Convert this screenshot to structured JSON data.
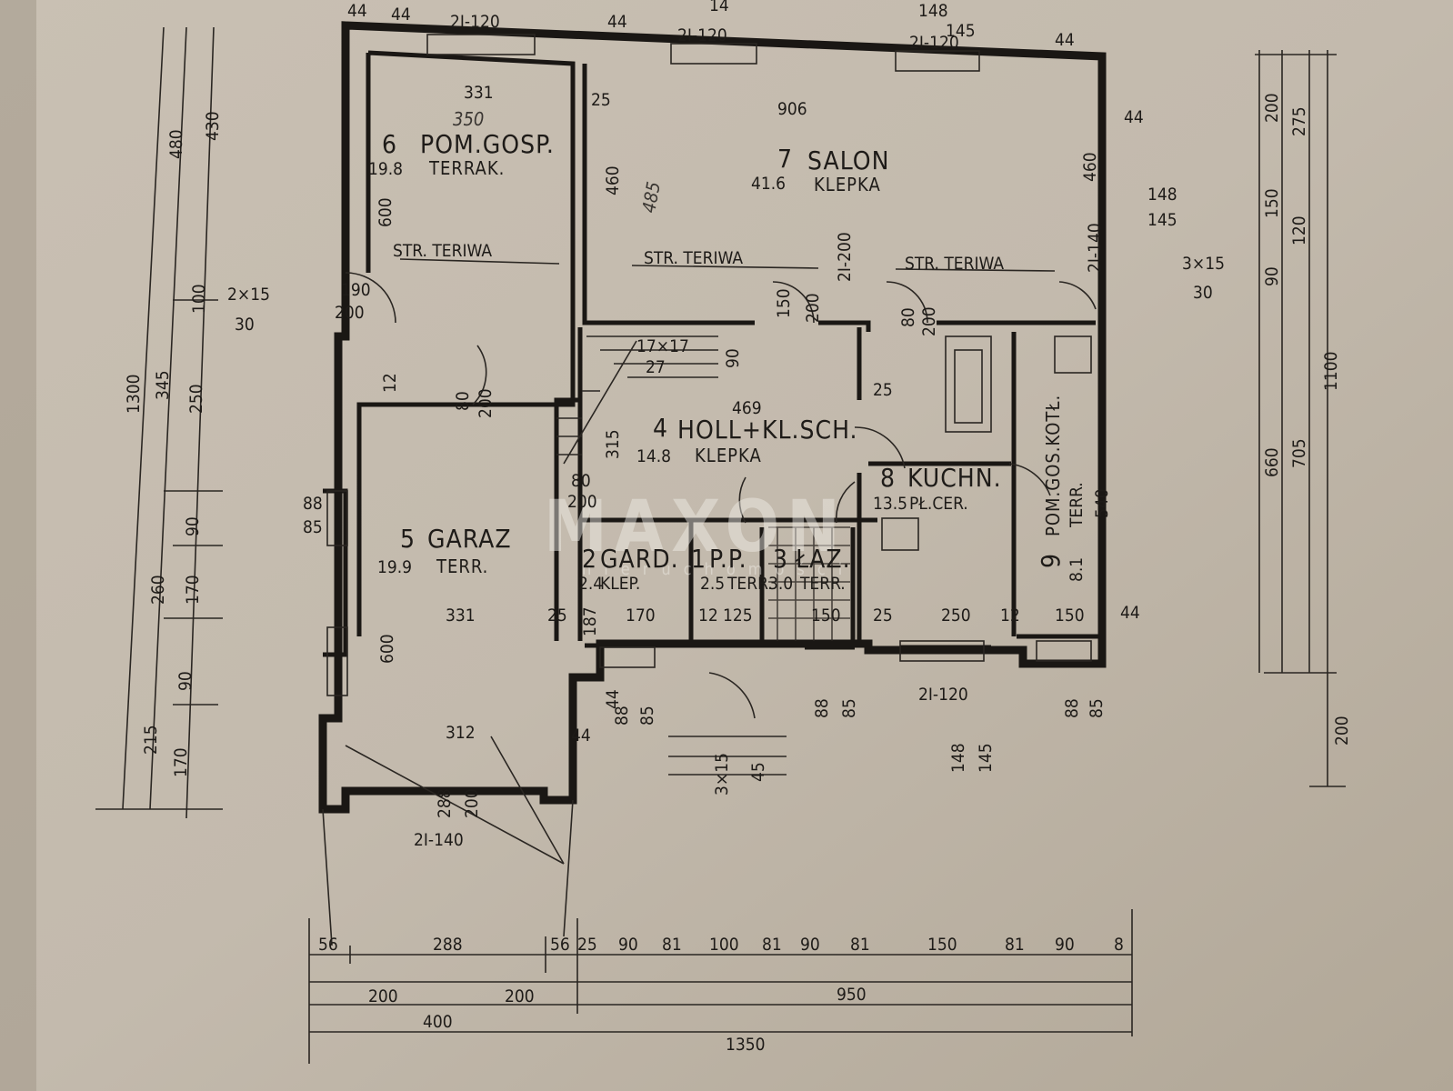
{
  "watermark": {
    "brand": "MAXON",
    "subtitle": "nieruchomości"
  },
  "rooms": [
    {
      "no": "6",
      "name": "POM.GOSP.",
      "area": "19.8",
      "floor": "TERRAK."
    },
    {
      "no": "7",
      "name": "SALON",
      "area": "41.6",
      "floor": "KLEPKA"
    },
    {
      "no": "4",
      "name": "HOLL+KL.SCH.",
      "area": "14.8",
      "floor": "KLEPKA"
    },
    {
      "no": "8",
      "name": "KUCHN.",
      "area": "13.5",
      "floor": "PŁ.CER."
    },
    {
      "no": "9",
      "name": "POM.GOS.KOTŁ.",
      "area": "8.1",
      "floor": "TERR."
    },
    {
      "no": "5",
      "name": "GARAZ",
      "area": "19.9",
      "floor": "TERR."
    },
    {
      "no": "2",
      "name": "GARD.",
      "area": "2.4",
      "floor": "KLEP."
    },
    {
      "no": "1",
      "name": "P.P.",
      "area": "2.5",
      "floor": "TERR."
    },
    {
      "no": "3",
      "name": "ŁAZ.",
      "area": "3.0",
      "floor": "TERR."
    }
  ],
  "notes": {
    "ceiling": "STR. TERIWA",
    "hand1": "350",
    "hand2": "485"
  },
  "top_dims": [
    "44",
    "2I-120",
    "44",
    "14",
    "2I-120",
    "148",
    "145",
    "2I-120",
    "44"
  ],
  "interior_dims": [
    "331",
    "906",
    "25",
    "460",
    "600",
    "190",
    "200",
    "12",
    "80",
    "200",
    "469",
    "17×17",
    "27",
    "90",
    "150",
    "200",
    "2I-200",
    "80",
    "200",
    "25",
    "315",
    "80",
    "200",
    "88",
    "85",
    "331",
    "25",
    "600",
    "312",
    "44",
    "288",
    "200",
    "2I-140",
    "187",
    "170",
    "12",
    "125",
    "150",
    "25",
    "250",
    "12",
    "150",
    "44",
    "88",
    "85",
    "2I-120",
    "148",
    "145",
    "88",
    "85",
    "3×15",
    "45",
    "460",
    "2I-140",
    "148",
    "145",
    "540",
    "44",
    "44",
    "88",
    "85",
    "44"
  ],
  "left_dims": [
    "480",
    "430",
    "1300",
    "345",
    "100",
    "250",
    "215",
    "260",
    "90",
    "170",
    "90",
    "170",
    "2×15",
    "30"
  ],
  "right_dims": [
    "200",
    "275",
    "150",
    "120",
    "90",
    "1100",
    "660",
    "705",
    "200",
    "3×15",
    "30"
  ],
  "bottom_dims": {
    "row1": [
      "56",
      "288",
      "56",
      "25",
      "90",
      "81",
      "100",
      "81",
      "90",
      "81",
      "150",
      "81",
      "90",
      "8"
    ],
    "row2": [
      "200",
      "200",
      "950"
    ],
    "row3": [
      "400"
    ],
    "row4": [
      "1350"
    ]
  }
}
